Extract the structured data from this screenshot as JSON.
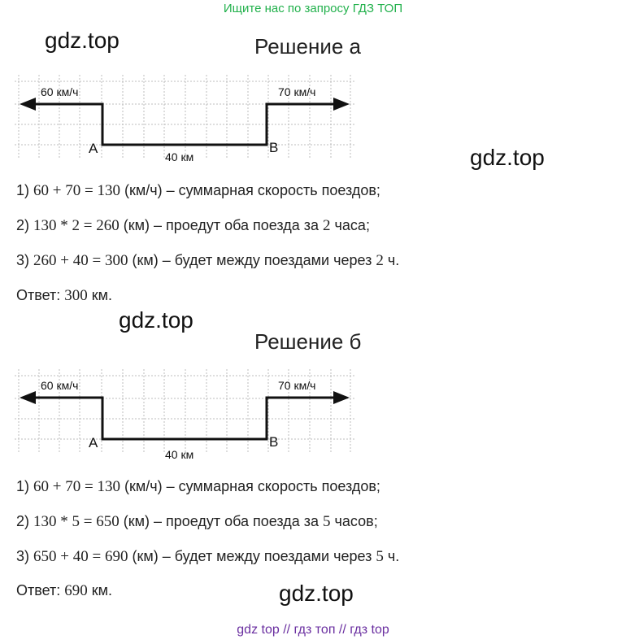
{
  "banner": "Ищите нас по запросу ГДЗ ТОП",
  "watermark": "gdz.top",
  "section_a": {
    "title": "Решение а",
    "diagram": {
      "left_speed": "60 км/ч",
      "right_speed": "70 км/ч",
      "point_a": "A",
      "point_b": "B",
      "distance": "40 км"
    },
    "steps": [
      {
        "prefix": "1) ",
        "expr": "60 + 70 = 130",
        "rest": " (км/ч) – суммарная скорость поездов;"
      },
      {
        "prefix": "2) ",
        "expr": "130 * 2 = 260",
        "rest": " (км) – проедут оба поезда за ",
        "n": "2",
        "tail": " часа;"
      },
      {
        "prefix": "3) ",
        "expr": "260 + 40 = 300",
        "rest": " (км) – будет между поездами через ",
        "n": "2",
        "tail": " ч."
      }
    ],
    "answer_label": "Ответ: ",
    "answer_value": "300",
    "answer_unit": " км."
  },
  "section_b": {
    "title": "Решение б",
    "diagram": {
      "left_speed": "60 км/ч",
      "right_speed": "70 км/ч",
      "point_a": "A",
      "point_b": "B",
      "distance": "40 км"
    },
    "steps": [
      {
        "prefix": "1) ",
        "expr": "60 + 70 = 130",
        "rest": " (км/ч) – суммарная скорость поездов;"
      },
      {
        "prefix": "2) ",
        "expr": "130 * 5 = 650",
        "rest": " (км) – проедут оба поезда за ",
        "n": "5",
        "tail": " часов;"
      },
      {
        "prefix": "3) ",
        "expr": "650 + 40 = 690",
        "rest": " (км) – будет между поездами через ",
        "n": "5",
        "tail": " ч."
      }
    ],
    "answer_label": "Ответ: ",
    "answer_value": "690",
    "answer_unit": " км."
  },
  "footer": "gdz top  //  гдз топ  //  гдз top",
  "colors": {
    "banner": "#22b14c",
    "footer": "#6a2fa0",
    "grid": "#bdbdbd",
    "ink": "#111111"
  }
}
